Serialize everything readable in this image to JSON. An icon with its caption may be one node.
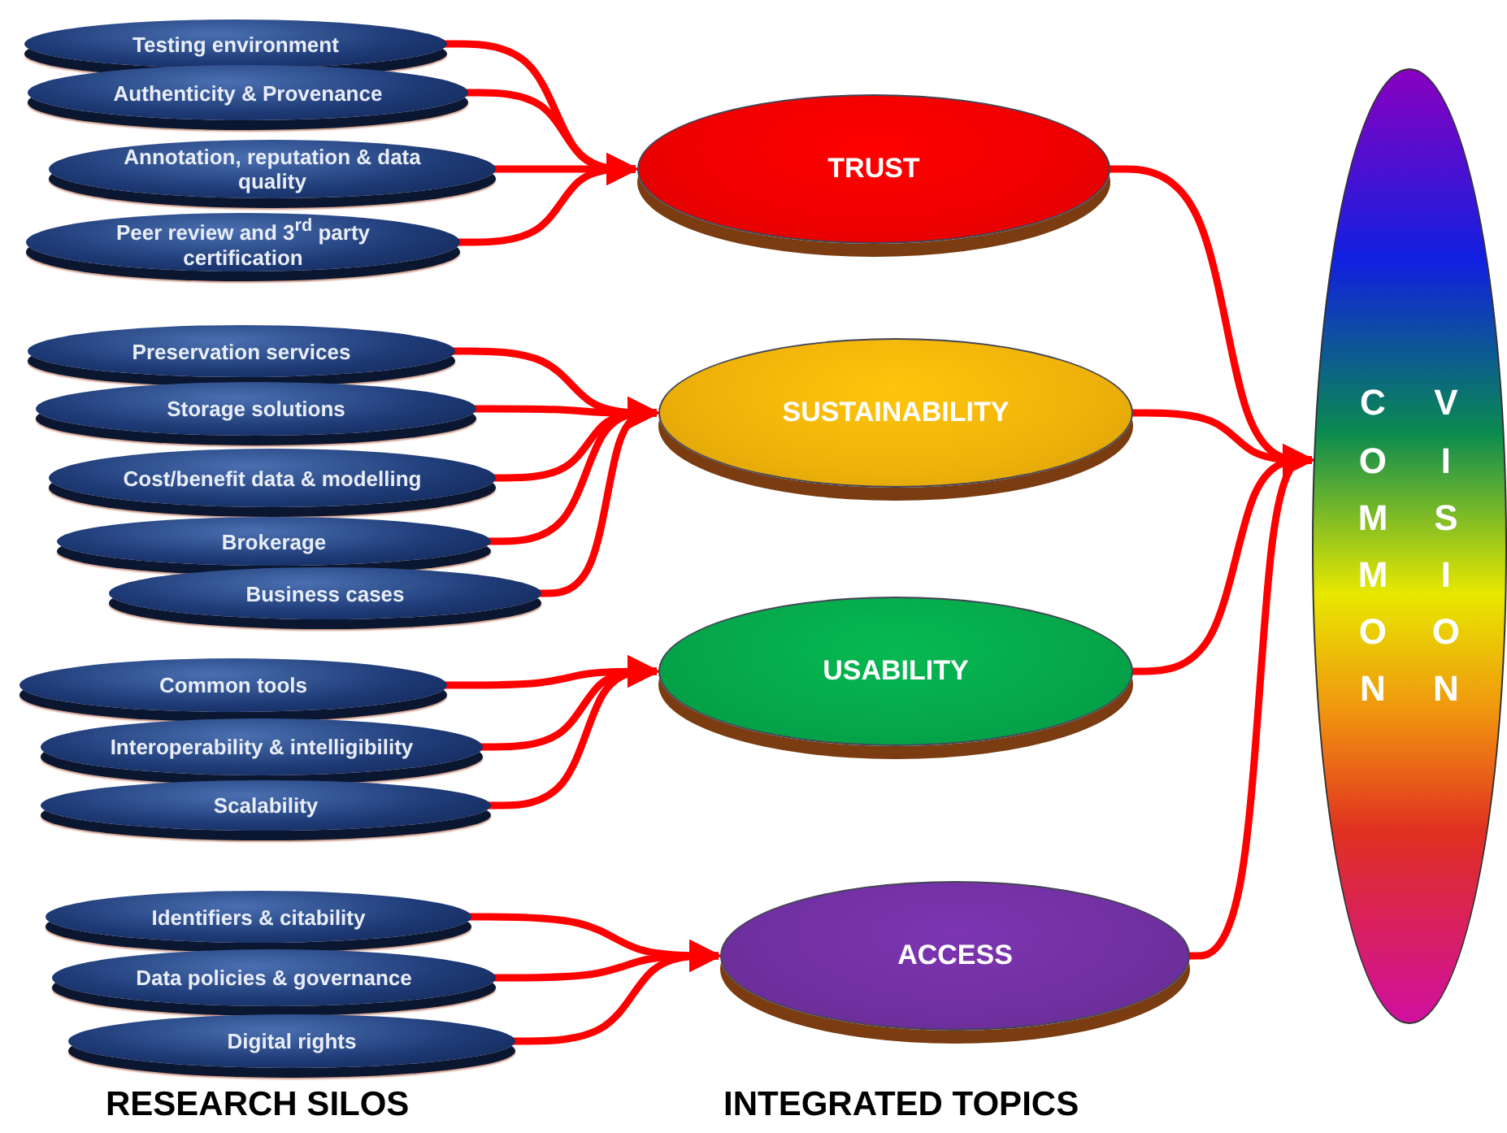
{
  "diagram": {
    "nodes": [
      {
        "text": [
          "Testing environment"
        ]
      },
      {
        "text": [
          "Authenticity & Provenance"
        ]
      },
      {
        "text": [
          "Annotation, reputation & data quality"
        ]
      },
      {
        "text": [
          "Peer review and 3$^{rd}$ party certification"
        ]
      },
      {
        "text": [
          "Preservation services"
        ]
      },
      {
        "text": [
          "Storage solutions"
        ]
      },
      {
        "text": [
          "Cost/benefit data & modelling"
        ]
      },
      {
        "text": [
          "Brokerage"
        ]
      },
      {
        "text": [
          "Business cases"
        ]
      },
      {
        "text": [
          "Common tools"
        ]
      },
      {
        "text": [
          "Interoperability & intelligibility"
        ]
      },
      {
        "text": [
          "Scalability"
        ]
      },
      {
        "text": [
          "Identifiers & citability"
        ]
      },
      {
        "text": [
          "Data policies & governance"
        ]
      },
      {
        "text": [
          "Digital rights"
        ]
      },
      {
        "text": [
          "TRUST"
        ]
      },
      {
        "text": [
          "SUSTAINABILITY"
        ]
      },
      {
        "text": [
          "USABILITY"
        ]
      },
      {
        "text": [
          "ACCESS"
        ]
      },
      {
        "text": [
          "COMMON",
          "VISION"
        ]
      }
    ],
    "edges": [
      {
        "from": 0,
        "to": 15,
        "arrow": "to"
      },
      {
        "from": 1,
        "to": 15,
        "arrow": "to"
      },
      {
        "from": 2,
        "to": 15,
        "arrow": "to"
      },
      {
        "from": 3,
        "to": 15,
        "arrow": "to"
      },
      {
        "from": 4,
        "to": 16,
        "arrow": "to"
      },
      {
        "from": 5,
        "to": 16,
        "arrow": "to"
      },
      {
        "from": 6,
        "to": 16,
        "arrow": "to"
      },
      {
        "from": 7,
        "to": 16,
        "arrow": "to"
      },
      {
        "from": 8,
        "to": 16,
        "arrow": "to"
      },
      {
        "from": 9,
        "to": 17,
        "arrow": "to"
      },
      {
        "from": 10,
        "to": 17,
        "arrow": "to"
      },
      {
        "from": 11,
        "to": 17,
        "arrow": "to"
      },
      {
        "from": 12,
        "to": 18,
        "arrow": "to"
      },
      {
        "from": 13,
        "to": 18,
        "arrow": "to"
      },
      {
        "from": 14,
        "to": 18,
        "arrow": "to"
      },
      {
        "from": 15,
        "to": 19,
        "arrow": "to"
      },
      {
        "from": 16,
        "to": 19,
        "arrow": "to"
      },
      {
        "from": 17,
        "to": 19,
        "arrow": "to"
      },
      {
        "from": 18,
        "to": 19,
        "arrow": "to"
      }
    ],
    "labels": [
      "RESEARCH SILOS",
      "INTEGRATED TOPICS"
    ]
  }
}
